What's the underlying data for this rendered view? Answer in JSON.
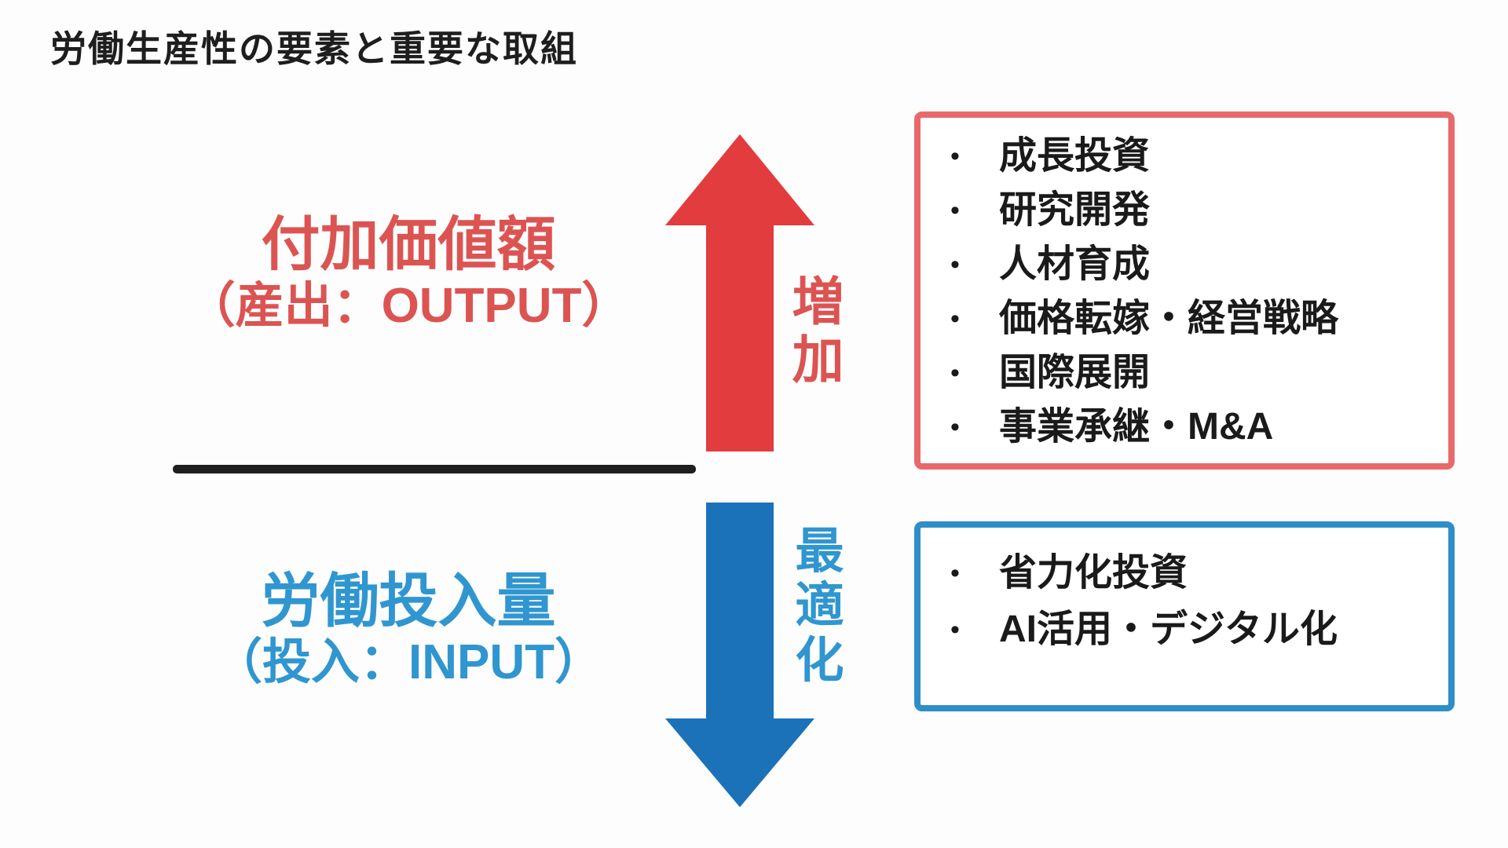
{
  "title": "労働生産性の要素と重要な取組",
  "bullet_glyph": "•",
  "output_section": {
    "label_line1": "付加価値額",
    "label_line2": "（産出：OUTPUT）",
    "arrow_label": "増加",
    "arrow_direction": "up",
    "arrow_color": "#e23c3e",
    "label_color": "#dc5452",
    "box_border_color": "#e9696b",
    "items": [
      "成長投資",
      "研究開発",
      "人材育成",
      "価格転嫁・経営戦略",
      "国際展開",
      "事業承継・M&A"
    ]
  },
  "input_section": {
    "label_line1": "労働投入量",
    "label_line2": "（投入：INPUT）",
    "arrow_label": "最適化",
    "arrow_direction": "down",
    "arrow_color": "#1b72b8",
    "label_color": "#2f96d0",
    "box_border_color": "#2e8ec8",
    "items": [
      "省力化投資",
      "AI活用・デジタル化"
    ]
  },
  "divider_color": "#1f1f1f"
}
